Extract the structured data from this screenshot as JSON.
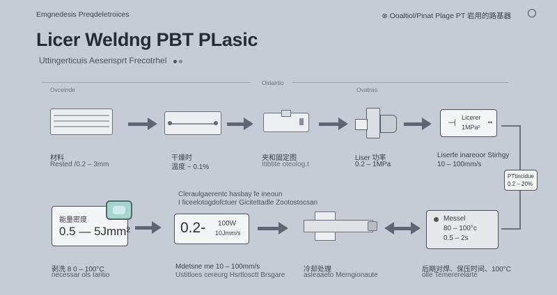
{
  "header": {
    "top_left": "Emgnedesis Preqdeletroices",
    "top_right": "Ooaltiol/Pinat Plage PT 岩用的路基器",
    "title": "Licer Weldng PBT PLasic",
    "subtitle": "Uttingerticuis Aeserisprt Frecotrhel"
  },
  "sections": {
    "left": "Ovceinde",
    "center": "Oidalrtio",
    "right": "Ovatrao"
  },
  "row1": [
    {
      "label": "材料",
      "sub": "Rested /0.2 – 3mm"
    },
    {
      "label": "干燥时",
      "sub": "温度 ~ 0.1%"
    },
    {
      "label": "夹和固定图",
      "sub": "Itibtite oteolog.t"
    },
    {
      "label": "Liser 功率",
      "sub": "0.2 – 1MPa"
    },
    {
      "label": "Liserfe inareoor Stirhgy",
      "sub": "10 – 100mm/s",
      "card_line1": "Licerer",
      "card_line2": "1MPa²"
    }
  ],
  "note_top": "Cleraulgaerentc hasbay fe ineoun",
  "note_sub": "I ficeelotogdofctuer Gicitettadle Zootostocsan",
  "side_box": {
    "line1": "PTtincidue",
    "line2": "0.2 – 20%"
  },
  "row2": [
    {
      "card_label": "能量密度",
      "card_value": "0.5 — 5Jmm²",
      "label": "剥洗 8 0 – 100°C",
      "sub": "necessar ols Iaritio"
    },
    {
      "card_value": "0.2-",
      "card_value2": "100W",
      "card_value3": "10Jmm/s",
      "label": "Mdetsne me 10 – 100mm/s",
      "sub": "Ustitloes cereurg Hsrtlosctt Brsgare"
    },
    {
      "label": "冷却处理",
      "sub": "asleaaeto Memgionaute"
    },
    {
      "card_title": "Messel",
      "card_line1": "80 – 100°c",
      "card_line2": "0.5 – 2s",
      "label": "后期对焊、保压时间、100°C",
      "sub": "olle Temererelarte"
    }
  ],
  "icons": {
    "search": "search-icon",
    "avatar": "user-circle-icon"
  }
}
